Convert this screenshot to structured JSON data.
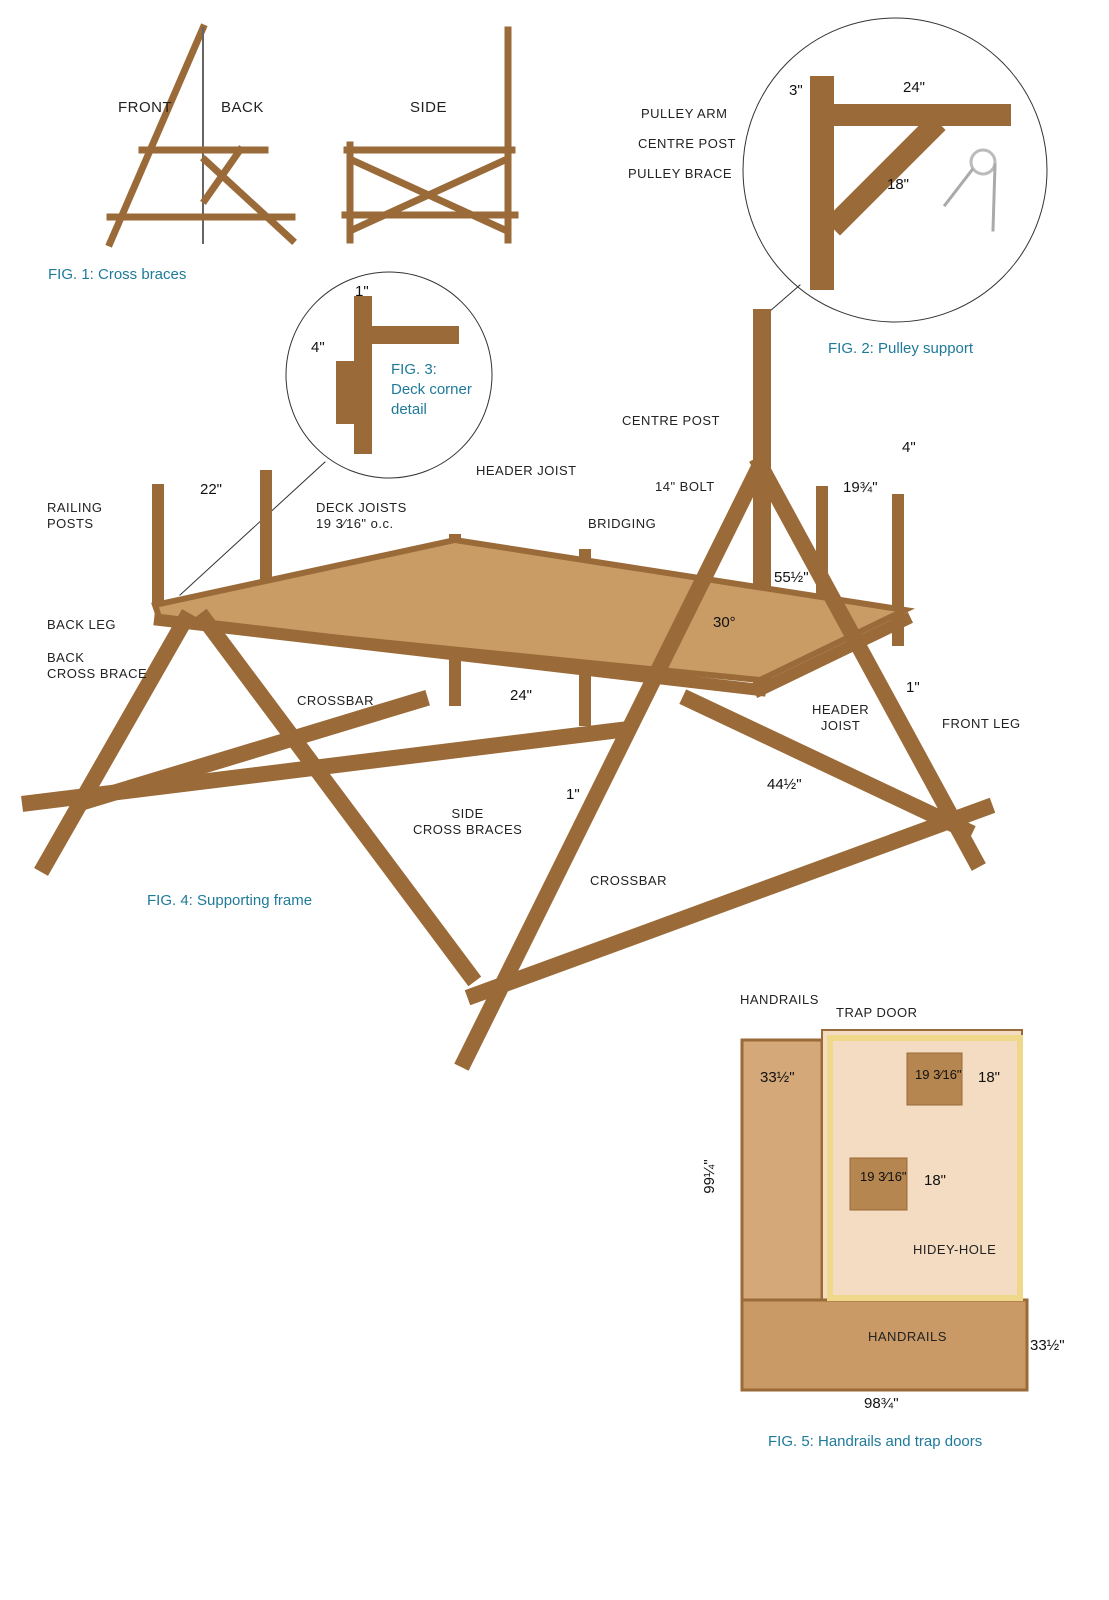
{
  "fig1": {
    "front": "FRONT",
    "back": "BACK",
    "side": "SIDE",
    "caption": "FIG. 1: Cross braces"
  },
  "fig2": {
    "pulley_arm": "PULLEY ARM",
    "centre_post": "CENTRE POST",
    "pulley_brace": "PULLEY BRACE",
    "dim_3": "3\"",
    "dim_24": "24\"",
    "dim_18": "18\"",
    "caption": "FIG. 2: Pulley support"
  },
  "fig3": {
    "dim_1": "1\"",
    "dim_4": "4\"",
    "caption_1": "FIG. 3:",
    "caption_2": "Deck corner",
    "caption_3": "detail"
  },
  "fig4": {
    "railing_posts_1": "RAILING",
    "railing_posts_2": "POSTS",
    "dim_22": "22\"",
    "deck_joists_1": "DECK JOISTS",
    "deck_joists_2": "19 3⁄16\" o.c.",
    "header_joist_top": "HEADER JOIST",
    "centre_post": "CENTRE POST",
    "bolt": "14\" BOLT",
    "bridging": "BRIDGING",
    "dim_19_3_4": "19¾\"",
    "dim_4": "4\"",
    "dim_55_1_2": "55½\"",
    "angle_30": "30°",
    "back_leg": "BACK LEG",
    "back_cross_brace_1": "BACK",
    "back_cross_brace_2": "CROSS BRACE",
    "crossbar_1": "CROSSBAR",
    "dim_24": "24\"",
    "header_joist_1": "HEADER",
    "header_joist_2": "JOIST",
    "front_leg": "FRONT LEG",
    "dim_1_right": "1\"",
    "dim_1_mid": "1\"",
    "dim_44_1_2": "44½\"",
    "side_cross_braces_1": "SIDE",
    "side_cross_braces_2": "CROSS BRACES",
    "crossbar_2": "CROSSBAR",
    "caption": "FIG. 4: Supporting frame"
  },
  "fig5": {
    "handrails_top": "HANDRAILS",
    "trap_door": "TRAP DOOR",
    "dim_33_1_2_a": "33½\"",
    "dim_trap_w": "19 3⁄16\"",
    "dim_trap_h": "18\"",
    "dim_99_1_4": "99¼\"",
    "dim_hole_w": "19 3⁄16\"",
    "dim_hole_h": "18\"",
    "hidey_hole": "HIDEY-HOLE",
    "handrails_bottom": "HANDRAILS",
    "dim_33_1_2_b": "33½\"",
    "dim_98_3_4": "98¾\"",
    "caption": "FIG. 5: Handrails and trap doors"
  },
  "colors": {
    "wood": "#b8864e",
    "wood_dark": "#8a5a2b",
    "caption": "#1f7a9a"
  }
}
